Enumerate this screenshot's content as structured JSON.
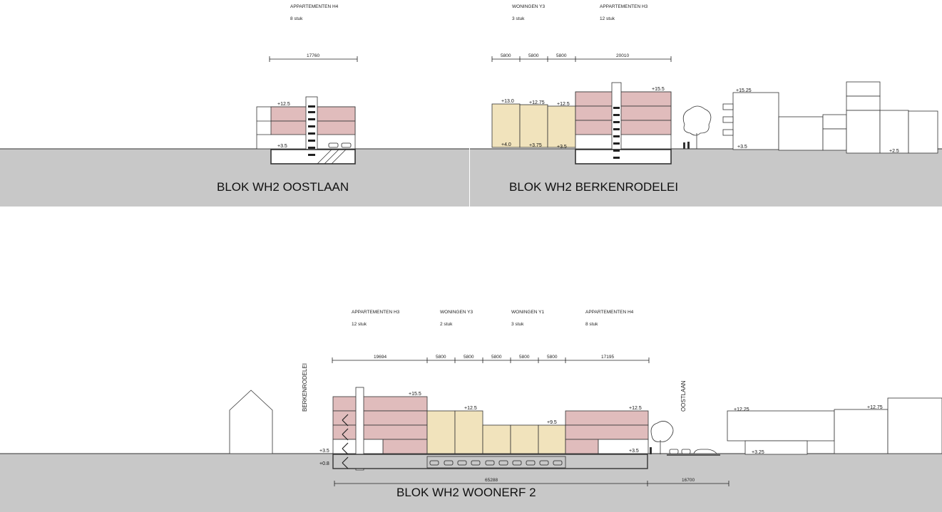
{
  "section1": {
    "title": "BLOK  WH2 OOSTLAAN",
    "header": {
      "type": "APPARTEMENTEN H4",
      "count": "8 stuk"
    },
    "dim": "17760",
    "levels": {
      "top": "+12.5",
      "ground": "+3.5"
    }
  },
  "section2": {
    "title": "BLOK  WH2 BERKENRODELEI",
    "headers": [
      {
        "type": "WONINGEN Y3",
        "count": "3 stuk"
      },
      {
        "type": "APPARTEMENTEN H3",
        "count": "12 stuk"
      }
    ],
    "dims": [
      "5800",
      "5800",
      "5800",
      "20010"
    ],
    "levels": {
      "h1": "+13.0",
      "h2": "+12.75",
      "h3": "+12.5",
      "h4": "+15.5",
      "g1": "+4.0",
      "g2": "+3.75",
      "g3": "+3.5",
      "n1": "+15.25",
      "n2": "+3.5",
      "n3": "+2.5"
    }
  },
  "section3": {
    "title": "BLOK WH2 WOONERF 2",
    "headers": [
      {
        "type": "APPARTEMENTEN H3",
        "count": "12 stuk"
      },
      {
        "type": "WONINGEN Y3",
        "count": "2 stuk"
      },
      {
        "type": "WONINGEN Y1",
        "count": "3 stuk"
      },
      {
        "type": "APPARTEMENTEN H4",
        "count": "8 stuk"
      }
    ],
    "dims": [
      "19694",
      "5800",
      "5800",
      "5800",
      "5800",
      "5800",
      "17195"
    ],
    "bottom_dims": [
      "65288",
      "16700"
    ],
    "street_left": "BERKENRODELEI",
    "street_right": "OOSTLAAN",
    "levels": {
      "a": "+15.5",
      "b": "+12.5",
      "c": "+9.5",
      "d": "+12.5",
      "e": "+3.5",
      "f": "+0.8",
      "g": "+3.5",
      "n1": "+12.25",
      "n2": "+12.75",
      "n3": "+3.25"
    }
  },
  "colors": {
    "pink": "#e0bcbc",
    "beige": "#f1e3bc",
    "ground": "#c8c8c8"
  }
}
